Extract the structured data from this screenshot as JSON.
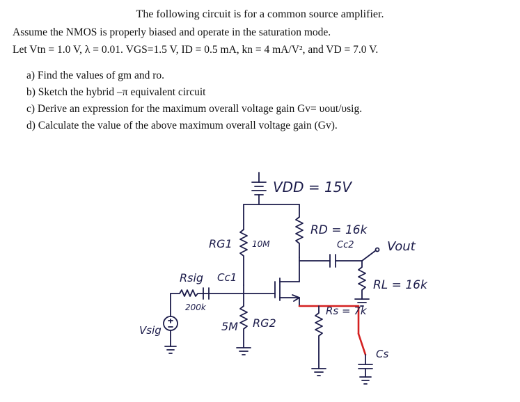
{
  "problem": {
    "title": "The following circuit is for a common source amplifier.",
    "assume": "Assume the NMOS is properly biased and operate in the saturation mode.",
    "given": "Let Vtn = 1.0 V, λ = 0.01. VGS=1.5 V, ID = 0.5 mA, kn = 4 mA/V², and VD = 7.0 V.",
    "questions": [
      "a)  Find the values of gm and ro.",
      "b)  Sketch the hybrid –π equivalent circuit",
      "c)  Derive an expression for the maximum overall voltage gain Gv= υout/υsig.",
      "d)  Calculate the value of the above maximum overall voltage gain (Gv)."
    ]
  },
  "circuit": {
    "vdd": "VDD = 15V",
    "rd": "RD = 16k",
    "rg1": "RG1",
    "rg1_value": "10M",
    "rg2": "RG2",
    "rg2_value": "5M",
    "rsig": "Rsig",
    "rsig_value": "200k",
    "cc1": "Cc1",
    "cc2": "Cc2",
    "vout": "Vout",
    "rl": "RL = 16k",
    "rs": "Rs = 7k",
    "cs": "Cs",
    "vsig": "Vsig",
    "ink_color": "#1b1b4a",
    "highlight_color": "#d42020"
  }
}
